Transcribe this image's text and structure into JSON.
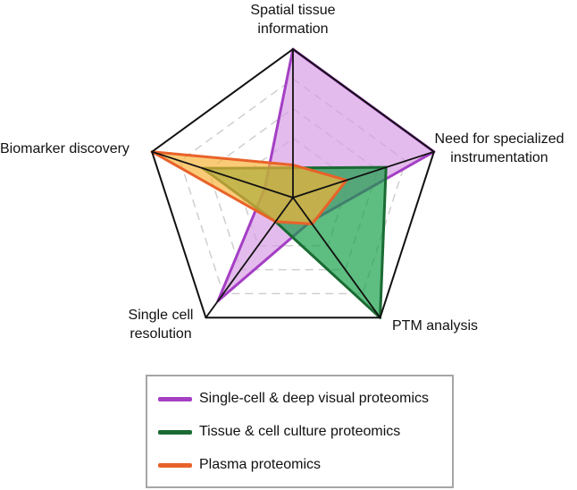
{
  "chart_data": {
    "type": "radar",
    "axes": [
      {
        "label_lines": [
          "Spatial tissue",
          "information"
        ]
      },
      {
        "label_lines": [
          "Need for specialized",
          "instrumentation"
        ]
      },
      {
        "label_lines": [
          "PTM analysis"
        ]
      },
      {
        "label_lines": [
          "Single cell",
          "resolution"
        ]
      },
      {
        "label_lines": [
          "Biomarker discovery"
        ]
      }
    ],
    "range": [
      0,
      5
    ],
    "rings": 5,
    "grid": true,
    "series": [
      {
        "name": "Single-cell & deep visual proteomics",
        "color": "#a43fc4",
        "fill": "#d79be5",
        "values": [
          5,
          5,
          1,
          4.3,
          1
        ]
      },
      {
        "name": "Tissue & cell culture proteomics",
        "color": "#1a6b33",
        "fill": "#129d44",
        "values": [
          1,
          3.3,
          5,
          1,
          3.2
        ]
      },
      {
        "name": "Plasma proteomics",
        "color": "#e8622a",
        "fill": "#f7b337",
        "values": [
          1.1,
          1.9,
          1.1,
          1,
          5
        ]
      }
    ],
    "legend": "bottom"
  }
}
